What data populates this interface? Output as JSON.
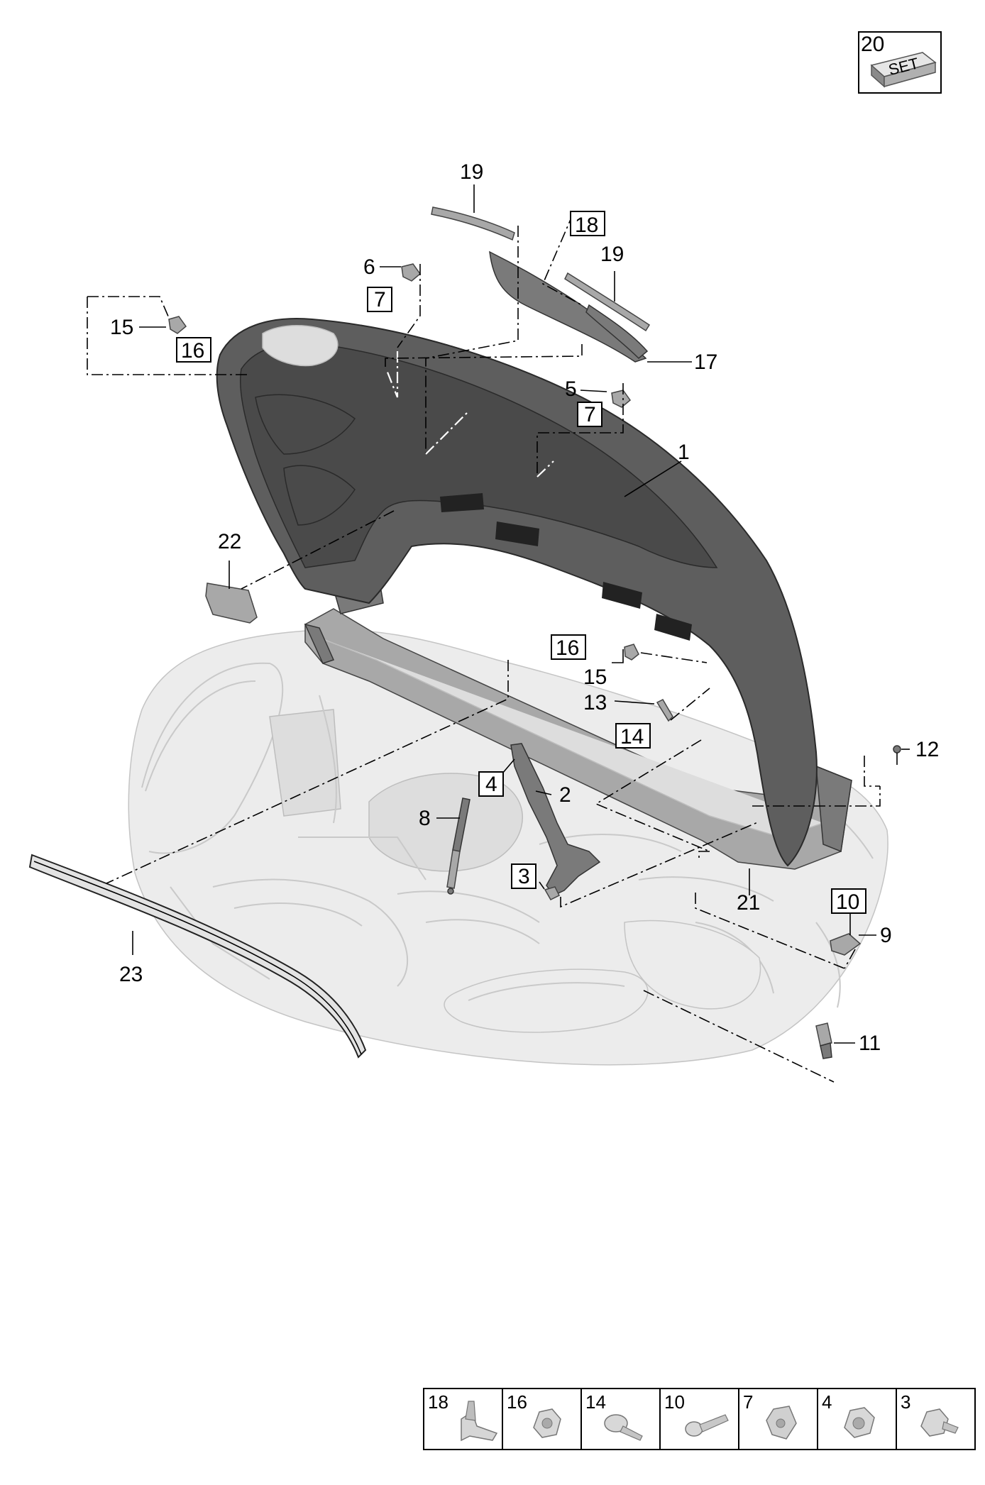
{
  "set_box": {
    "number": "20",
    "text": "SET"
  },
  "callouts": {
    "c1": "1",
    "c2": "2",
    "c3": "3",
    "c4": "4",
    "c5": "5",
    "c6": "6",
    "c7a": "7",
    "c7b": "7",
    "c8": "8",
    "c9": "9",
    "c10": "10",
    "c11": "11",
    "c12": "12",
    "c13": "13",
    "c14": "14",
    "c15a": "15",
    "c15b": "15",
    "c16a": "16",
    "c16b": "16",
    "c17": "17",
    "c18": "18",
    "c19a": "19",
    "c19b": "19",
    "c21": "21",
    "c22": "22",
    "c23": "23"
  },
  "fastener_table": [
    "18",
    "16",
    "14",
    "10",
    "7",
    "4",
    "3"
  ]
}
